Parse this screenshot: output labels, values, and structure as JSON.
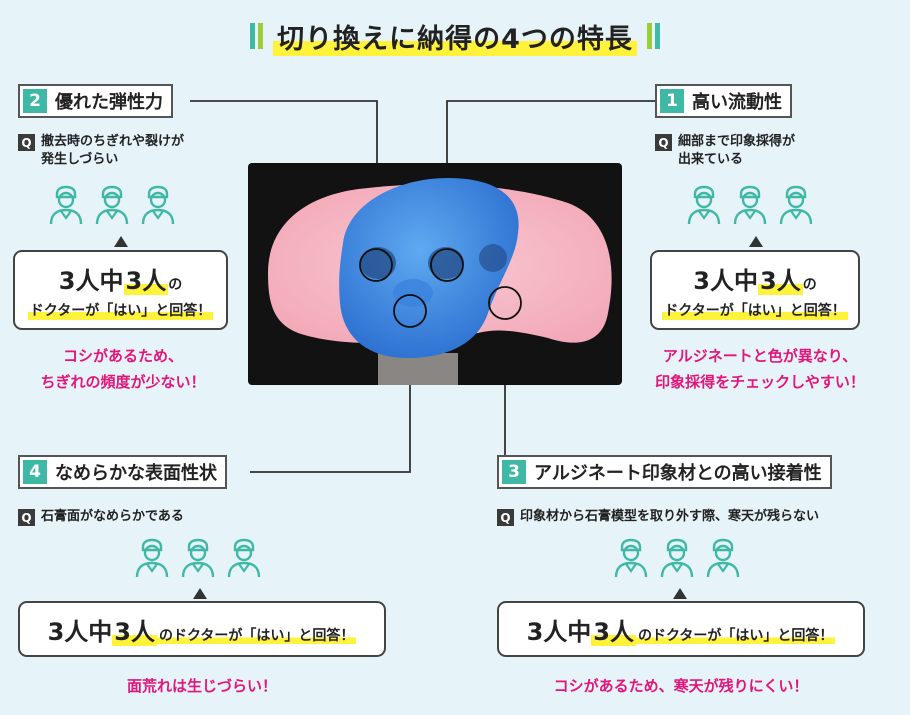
{
  "title": "切り換えに納得の4つの特長",
  "colors": {
    "teal": "#3fb8a6",
    "magenta": "#e2157a",
    "highlight": "#fff23a"
  },
  "features": [
    {
      "number": "1",
      "label": "高い流動性",
      "question_line1": "細部まで印象採得が",
      "question_line2": "出来ている",
      "answer_big1": "3人中",
      "answer_big2": "3人",
      "answer_no": "の",
      "answer_line2": "ドクターが「はい」と回答！",
      "result_line1": "アルジネートと色が異なり、",
      "result_line2": "印象採得をチェックしやすい！"
    },
    {
      "number": "2",
      "label": "優れた弾性力",
      "question_line1": "撤去時のちぎれや裂けが",
      "question_line2": "発生しづらい",
      "answer_big1": "3人中",
      "answer_big2": "3人",
      "answer_no": "の",
      "answer_line2": "ドクターが「はい」と回答！",
      "result_line1": "コシがあるため、",
      "result_line2": "ちぎれの頻度が少ない！"
    },
    {
      "number": "3",
      "label": "アルジネート印象材との高い接着性",
      "question_line1": "印象材から石膏模型を取り外す際、寒天が残らない",
      "answer_big1": "3人中",
      "answer_big2": "3人",
      "answer_rest": "のドクターが「はい」と回答！",
      "result_line1": "コシがあるため、寒天が残りにくい！"
    },
    {
      "number": "4",
      "label": "なめらかな表面性状",
      "question_line1": "石膏面がなめらかである",
      "answer_big1": "3人中",
      "answer_big2": "3人",
      "answer_rest": "のドクターが「はい」と回答！",
      "result_line1": "面荒れは生じづらい！"
    }
  ],
  "q_marker": "Q"
}
